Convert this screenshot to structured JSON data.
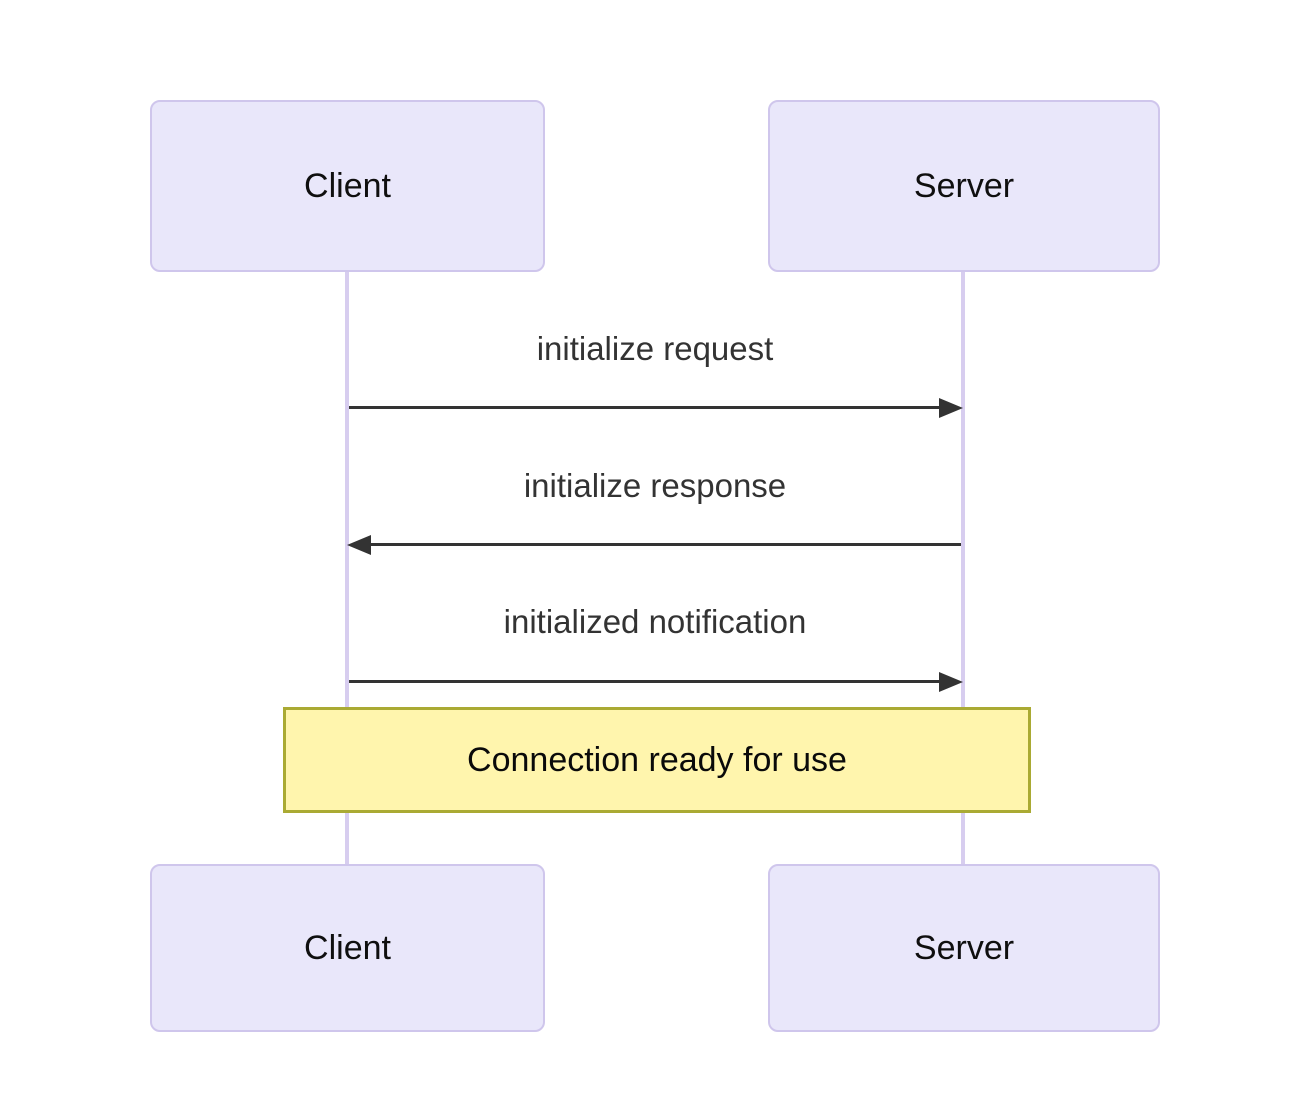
{
  "diagram": {
    "type": "sequence",
    "actors_top": [
      {
        "label": "Client"
      },
      {
        "label": "Server"
      }
    ],
    "actors_bottom": [
      {
        "label": "Client"
      },
      {
        "label": "Server"
      }
    ],
    "messages": [
      {
        "label": "initialize request",
        "from": "Client",
        "to": "Server",
        "direction": "right",
        "style": "solid-arrow"
      },
      {
        "label": "initialize response",
        "from": "Server",
        "to": "Client",
        "direction": "left",
        "style": "solid-arrow"
      },
      {
        "label": "initialized notification",
        "from": "Client",
        "to": "Server",
        "direction": "right",
        "style": "solid-arrow"
      }
    ],
    "note": {
      "label": "Connection ready for use",
      "span": "Client to Server"
    },
    "colors": {
      "background": "#ffffff",
      "actor_fill": "#e9e7fa",
      "actor_border": "#cfc6ec",
      "lifeline": "#d7cdef",
      "message_line": "#333333",
      "message_text": "#333333",
      "note_fill": "#fff5ad",
      "note_border": "#aaaa33",
      "note_text": "#0a0a0a",
      "actor_text": "#0f0f0f"
    }
  }
}
